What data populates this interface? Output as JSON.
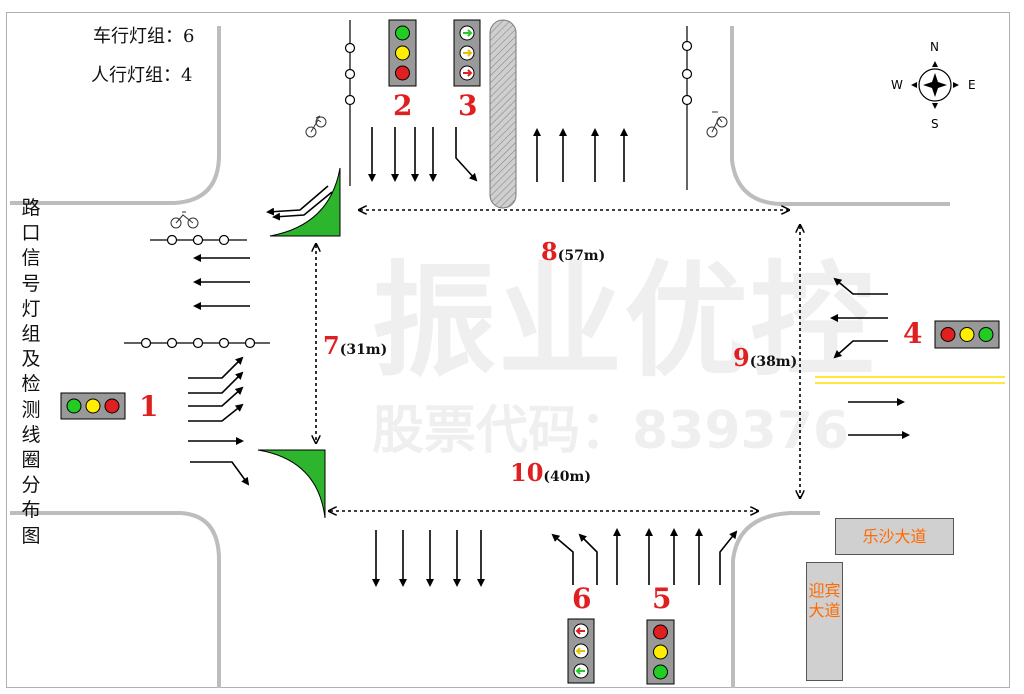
{
  "stats": {
    "vehicle_groups": "车行灯组：6",
    "pedestrian_groups": "人行灯组：4"
  },
  "title_vertical": "路口信号灯组及检测线圈分布图",
  "signal_numbers": [
    "1",
    "2",
    "3",
    "4",
    "5",
    "6"
  ],
  "distances": [
    {
      "id": "7",
      "unit": "(31m)"
    },
    {
      "id": "8",
      "unit": "(57m)"
    },
    {
      "id": "9",
      "unit": "(38m)"
    },
    {
      "id": "10",
      "unit": "(40m)"
    }
  ],
  "roads": {
    "east_west": "乐沙大道",
    "north_south": "迎宾大道"
  },
  "compass": {
    "n": "N",
    "s": "S",
    "e": "E",
    "w": "W"
  },
  "watermark": {
    "name": "振业优控",
    "stock": "股票代码：839376"
  },
  "colors": {
    "red": "#e02020",
    "yellow": "#ffee00",
    "green": "#22cc22",
    "road_label_text": "#ff6a00",
    "island": "#2db52d"
  }
}
